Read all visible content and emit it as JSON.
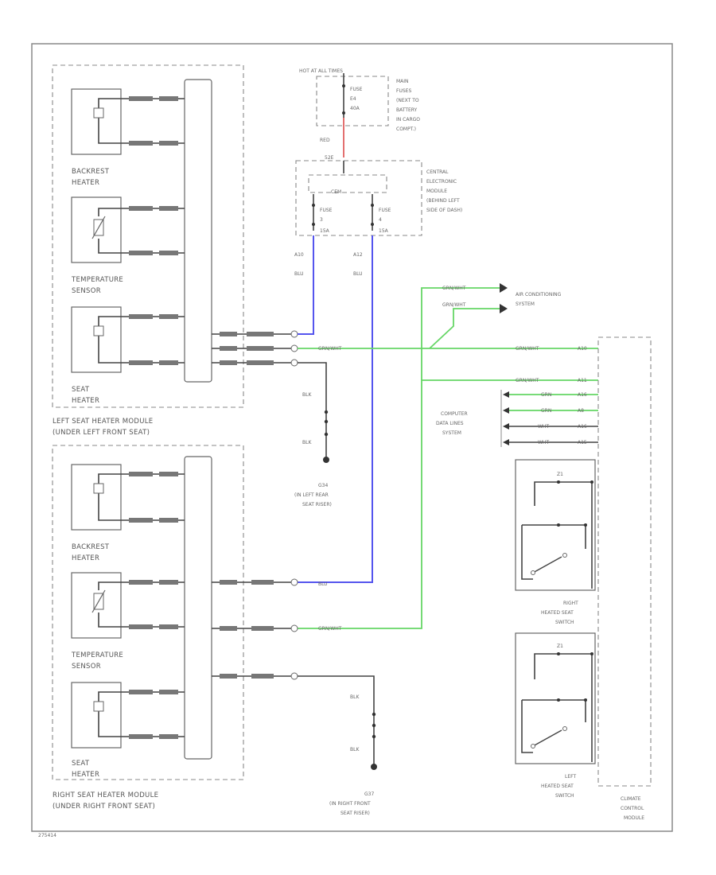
{
  "colors": {
    "red_wire": "#e06060",
    "blue_wire": "#5555ee",
    "green_wire": "#66d666",
    "black_wire": "#444444"
  },
  "power": {
    "hot_at_all_times": "HOT AT ALL TIMES",
    "main_fuse": [
      "FUSE",
      "E4",
      "40A"
    ],
    "main_fuses_note": [
      "MAIN",
      "FUSES",
      "(NEXT TO",
      "BATTERY",
      "IN CARGO",
      "COMPT.)"
    ],
    "wire_red": "RED",
    "connector_52e": "52E"
  },
  "cem": {
    "label": [
      "CENTRAL",
      "ELECTRONIC",
      "MODULE",
      "(BEHIND LEFT",
      "SIDE OF DASH)"
    ],
    "inner": "CEM",
    "fuse_left": [
      "FUSE",
      "3",
      "15A"
    ],
    "fuse_right": [
      "FUSE",
      "4",
      "15A"
    ],
    "pin_left": "A10",
    "pin_right": "A12",
    "wire_left": "BLU",
    "wire_right": "BLU"
  },
  "left_module": {
    "label": [
      "LEFT SEAT HEATER MODULE",
      "(UNDER LEFT FRONT SEAT)"
    ],
    "components": [
      {
        "name": [
          "BACKREST",
          "HEATER"
        ]
      },
      {
        "name": [
          "TEMPERATURE",
          "SENSOR"
        ]
      },
      {
        "name": [
          "SEAT",
          "HEATER"
        ]
      }
    ]
  },
  "right_module": {
    "label": [
      "RIGHT SEAT HEATER MODULE",
      "(UNDER RIGHT FRONT SEAT)"
    ],
    "components": [
      {
        "name": [
          "BACKREST",
          "HEATER"
        ]
      },
      {
        "name": [
          "TEMPERATURE",
          "SENSOR"
        ]
      },
      {
        "name": [
          "SEAT",
          "HEATER"
        ]
      }
    ]
  },
  "ground_left": {
    "wire1": "BLK",
    "wire2": "BLK",
    "label": [
      "G34",
      "(IN LEFT REAR",
      "SEAT RISER)"
    ]
  },
  "ground_right": {
    "wire1": "BLK",
    "wire2": "BLK",
    "label": [
      "G37",
      "(IN RIGHT FRONT",
      "SEAT RISER)"
    ]
  },
  "signals": {
    "grn_wht_1": "GRN/WHT",
    "grn_wht_2": "GRN/WHT",
    "grn_wht_3": "GRN/WHT",
    "grn_wht_4": "GRN/WHT",
    "grn_wht_5": "GRN/WHT",
    "blu_right": "BLU",
    "pin_a10": "A10",
    "pin_a11": "A11",
    "data_wires": [
      "GRN",
      "GRN",
      "WHT",
      "WHT"
    ],
    "data_pins": [
      "A16",
      "A8",
      "A16",
      "A15"
    ],
    "ac_label": [
      "AIR CONDITIONING",
      "SYSTEM"
    ],
    "data_label": [
      "COMPUTER",
      "DATA LINES",
      "SYSTEM"
    ]
  },
  "switches": {
    "right_label": [
      "RIGHT",
      "HEATED SEAT",
      "SWITCH"
    ],
    "left_label": [
      "LEFT",
      "HEATED SEAT",
      "SWITCH"
    ],
    "ccm_label": [
      "CLIMATE",
      "CONTROL",
      "MODULE"
    ]
  },
  "footer_code": "275414"
}
